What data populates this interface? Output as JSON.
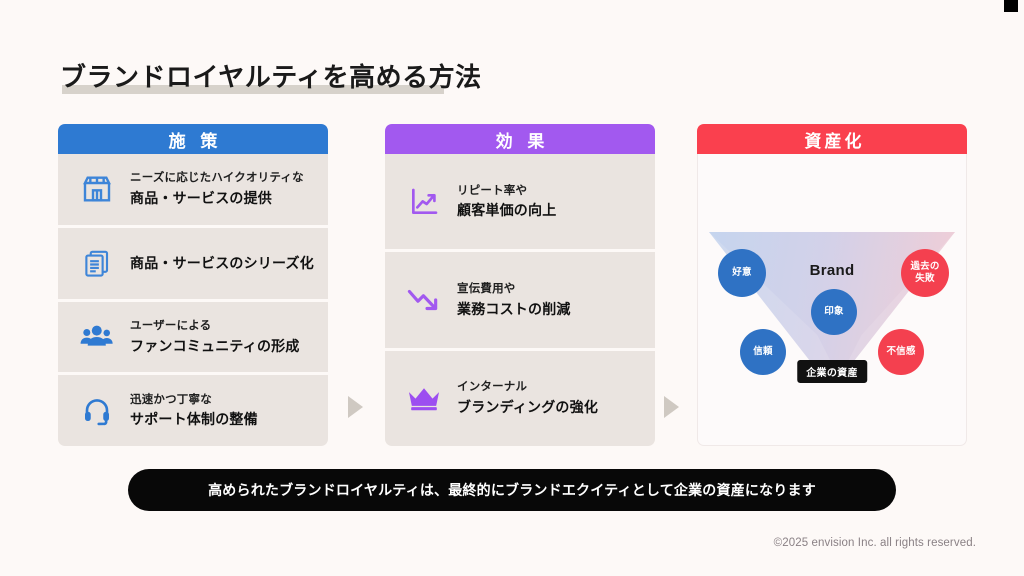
{
  "page": {
    "title": "ブランドロイヤルティを高める方法",
    "background_color": "#fdf9f7",
    "footer": "©2025 envision Inc. all rights reserved."
  },
  "columns": [
    {
      "header": "施 策",
      "accent_color": "#2e7ad2",
      "items": [
        {
          "icon": "storefront-icon",
          "sub": "ニーズに応じたハイクオリティな",
          "main": "商品・サービスの提供"
        },
        {
          "icon": "documents-icon",
          "sub": "",
          "main": "商品・サービスのシリーズ化"
        },
        {
          "icon": "people-group-icon",
          "sub": "ユーザーによる",
          "main": "ファンコミュニティの形成"
        },
        {
          "icon": "headset-icon",
          "sub": "迅速かつ丁寧な",
          "main": "サポート体制の整備"
        }
      ]
    },
    {
      "header": "効 果",
      "accent_color": "#a259ef",
      "items": [
        {
          "icon": "chart-up-icon",
          "sub": "リピート率や",
          "main": "顧客単価の向上"
        },
        {
          "icon": "arrow-down-trend-icon",
          "sub": "宣伝費用や",
          "main": "業務コストの削減"
        },
        {
          "icon": "crown-icon",
          "sub": "インターナル",
          "main": "ブランディングの強化"
        }
      ]
    },
    {
      "header": "資産化",
      "accent_color": "#fa404e",
      "funnel": {
        "center_label": "Brand",
        "asset_label": "企業の資産",
        "bubbles": [
          {
            "label": "好意",
            "tone": "positive",
            "color": "#2f72c4"
          },
          {
            "label": "過去の\n失敗",
            "tone": "negative",
            "color": "#f4404f"
          },
          {
            "label": "印象",
            "tone": "positive",
            "color": "#2f72c4"
          },
          {
            "label": "信頼",
            "tone": "positive",
            "color": "#2f72c4"
          },
          {
            "label": "不信感",
            "tone": "negative",
            "color": "#f4404f"
          }
        ]
      }
    }
  ],
  "banner": {
    "text": "高められたブランドロイヤルティは、最終的にブランドエクイティとして企業の資産になります"
  }
}
